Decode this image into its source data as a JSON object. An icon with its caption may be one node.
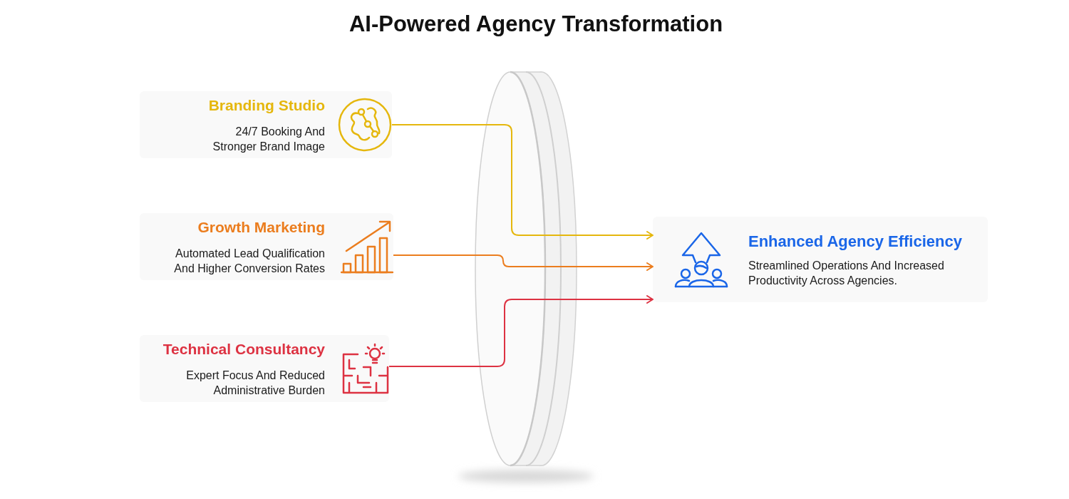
{
  "diagram": {
    "title": "AI-Powered Agency Transformation",
    "nodes": [
      {
        "text": [
          "Branding Studio",
          "24/7 Booking And Stronger Brand Image"
        ]
      },
      {
        "text": [
          "Growth Marketing",
          "Automated Lead Qualification And Higher Conversion Rates"
        ]
      },
      {
        "text": [
          "Technical Consultancy",
          "Expert Focus And Reduced Administrative Burden"
        ]
      },
      {
        "text": [
          "Enhanced Agency Efficiency",
          "Streamlined Operations And Increased Productivity Across Agencies."
        ]
      }
    ],
    "edges": [
      {
        "from": 0,
        "to": 3,
        "arrow": "to",
        "color": "#e5b70d"
      },
      {
        "from": 1,
        "to": 3,
        "arrow": "to",
        "color": "#eb7d1e"
      },
      {
        "from": 2,
        "to": 3,
        "arrow": "to",
        "color": "#dd3242"
      }
    ]
  }
}
